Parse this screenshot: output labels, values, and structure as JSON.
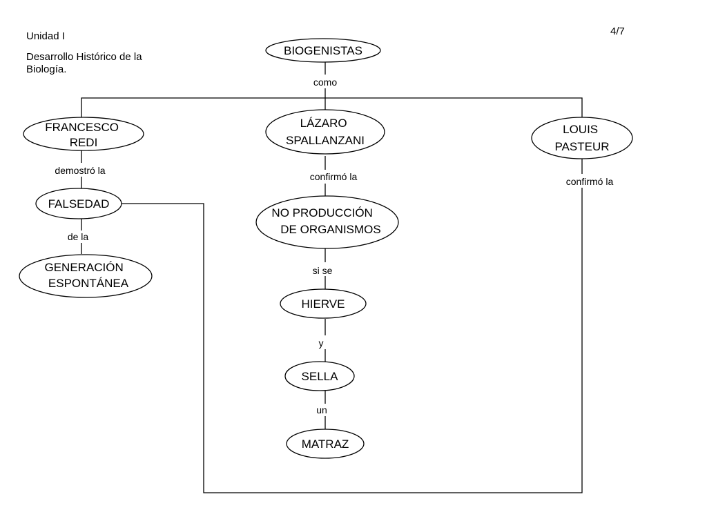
{
  "page": {
    "number": "4/7",
    "unit": "Unidad I",
    "subtitle": "Desarrollo Histórico de la Biología."
  },
  "nodes": {
    "biogenistas": [
      "BIOGENISTAS"
    ],
    "redi": [
      "FRANCESCO",
      "REDI"
    ],
    "spallanzani": [
      "LÁZARO",
      "SPALLANZANI"
    ],
    "pasteur": [
      "LOUIS",
      "PASTEUR"
    ],
    "falsedad": [
      "FALSEDAD"
    ],
    "generacion": [
      "GENERACIÓN",
      "ESPONTÁNEA"
    ],
    "no_produccion": [
      "NO PRODUCCIÓN",
      "DE ORGANISMOS"
    ],
    "hierve": [
      "HIERVE"
    ],
    "sella": [
      "SELLA"
    ],
    "matraz": [
      "MATRAZ"
    ]
  },
  "links": {
    "como": "como",
    "demostro": "demostró la",
    "de_la": "de la",
    "confirmo_spallanzani": "confirmó la",
    "confirmo_pasteur": "confirmó la",
    "si_se": "si se",
    "y": "y",
    "un": "un"
  }
}
